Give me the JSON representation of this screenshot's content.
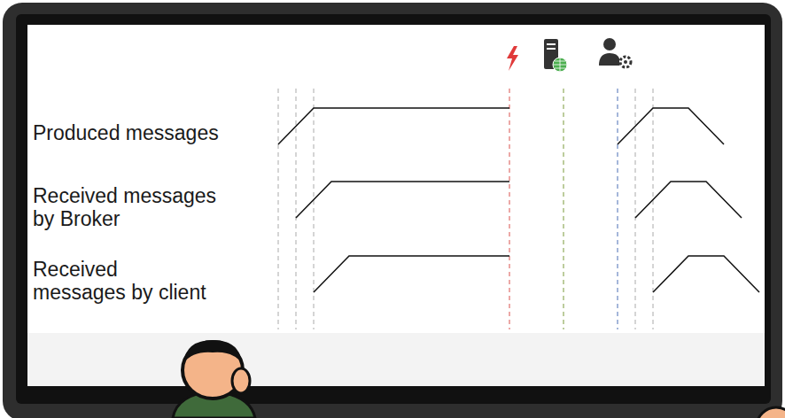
{
  "diagram": {
    "labels": [
      "Produced messages",
      "Received messages by Broker",
      "Received messages by client"
    ]
  }
}
